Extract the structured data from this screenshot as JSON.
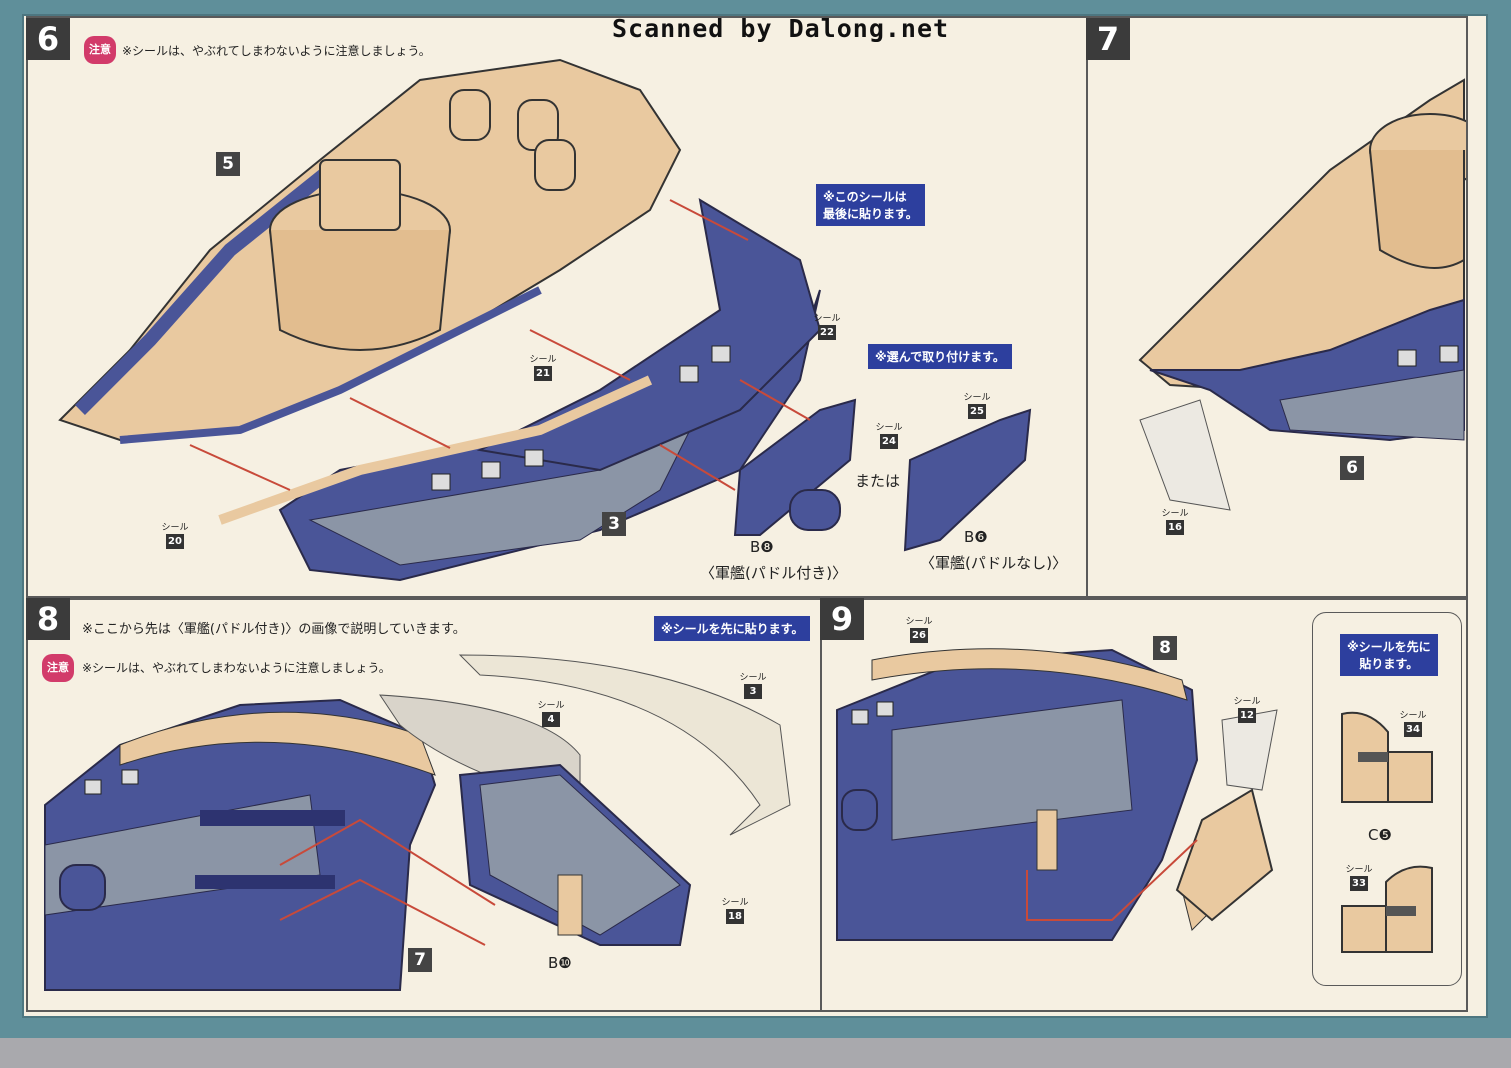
{
  "scan_watermark": "Scanned by Dalong.net",
  "caution_badge": "注意",
  "step6": {
    "number": "6",
    "caution_text": "※シールは、やぶれてしまわないように注意しましょう。",
    "callout_last": "※このシールは\n最後に貼ります。",
    "callout_choose": "※選んで取り付けます。",
    "part_deck": "5",
    "part_hull": "3",
    "seal_label": "シール",
    "seals": [
      "20",
      "21",
      "22",
      "24",
      "25"
    ],
    "or_text": "または",
    "part_b8": "B❽",
    "part_b6": "B❻",
    "warship_paddle": "〈軍艦(パドル付き)〉",
    "warship_no_paddle": "〈軍艦(パドルなし)〉"
  },
  "step7": {
    "number": "7",
    "part_ref": "6",
    "seal": "16"
  },
  "step8": {
    "number": "8",
    "intro_text": "※ここから先は〈軍艦(パドル付き)〉の画像で説明していきます。",
    "callout_first": "※シールを先に貼ります。",
    "caution_text": "※シールは、やぶれてしまわないように注意しましょう。",
    "seals": [
      "3",
      "4",
      "18"
    ],
    "part_ref": "7",
    "part_b10": "B❿"
  },
  "step9": {
    "number": "9",
    "part_ref": "8",
    "seals": [
      "26",
      "12",
      "34",
      "33"
    ],
    "callout_first": "※シールを先に\n貼ります。",
    "part_c5": "C❺"
  },
  "colors": {
    "paper": "#f6f0e2",
    "border_teal": "#5f8f9a",
    "hull_blue": "#4a5598",
    "deck_tan": "#e9c9a0",
    "arrow_red": "#c84a3a",
    "callout_blue": "#2d3f9e",
    "caution_pink": "#d23b6a"
  }
}
